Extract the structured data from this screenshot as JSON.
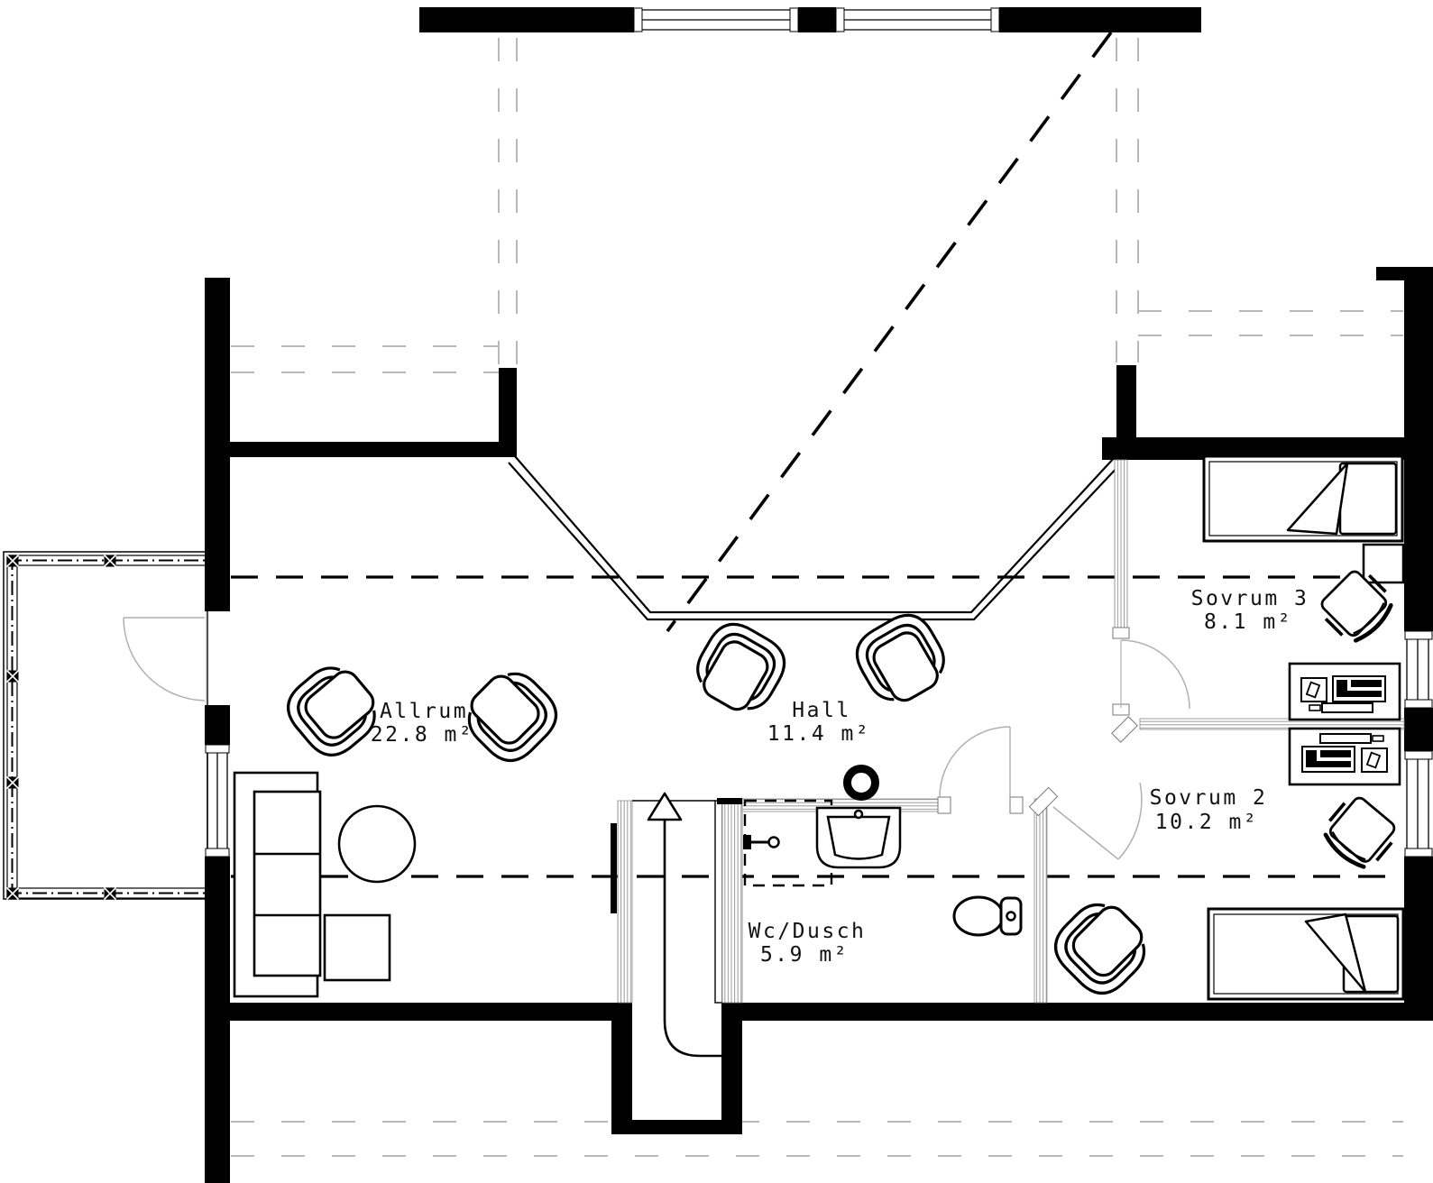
{
  "rooms": [
    {
      "id": "allrum",
      "name": "Allrum",
      "area": "22.8 m²"
    },
    {
      "id": "hall",
      "name": "Hall",
      "area": "11.4 m²"
    },
    {
      "id": "sovrum3",
      "name": "Sovrum 3",
      "area": "8.1 m²"
    },
    {
      "id": "sovrum2",
      "name": "Sovrum 2",
      "area": "10.2 m²"
    },
    {
      "id": "wc_dusch",
      "name": "Wc/Dusch",
      "area": "5.9 m²"
    }
  ],
  "colors": {
    "wall": "#000000",
    "light_wall": "#9a9a9a",
    "roof_dash": "#b8b8b8",
    "door_swing": "#b0b0b0",
    "background": "#ffffff"
  }
}
